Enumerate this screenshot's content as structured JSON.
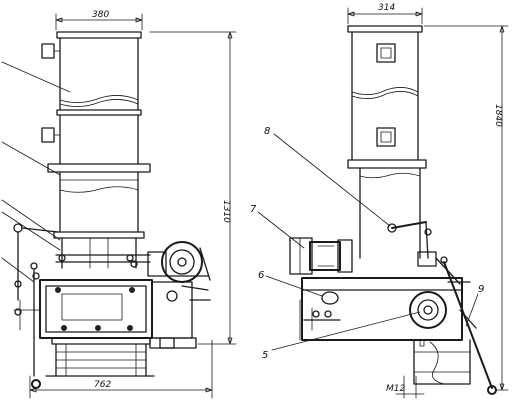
{
  "drawing": {
    "background": "#ffffff",
    "ink": "#1a1a1a"
  },
  "left_view": {
    "dimensions": {
      "top_width": "380",
      "height": "1310",
      "base_width": "762"
    }
  },
  "right_view": {
    "dimensions": {
      "top_width": "314",
      "height": "1840",
      "bottom_offset": "M12"
    },
    "callouts": [
      "8",
      "7",
      "6",
      "5",
      "9"
    ]
  }
}
